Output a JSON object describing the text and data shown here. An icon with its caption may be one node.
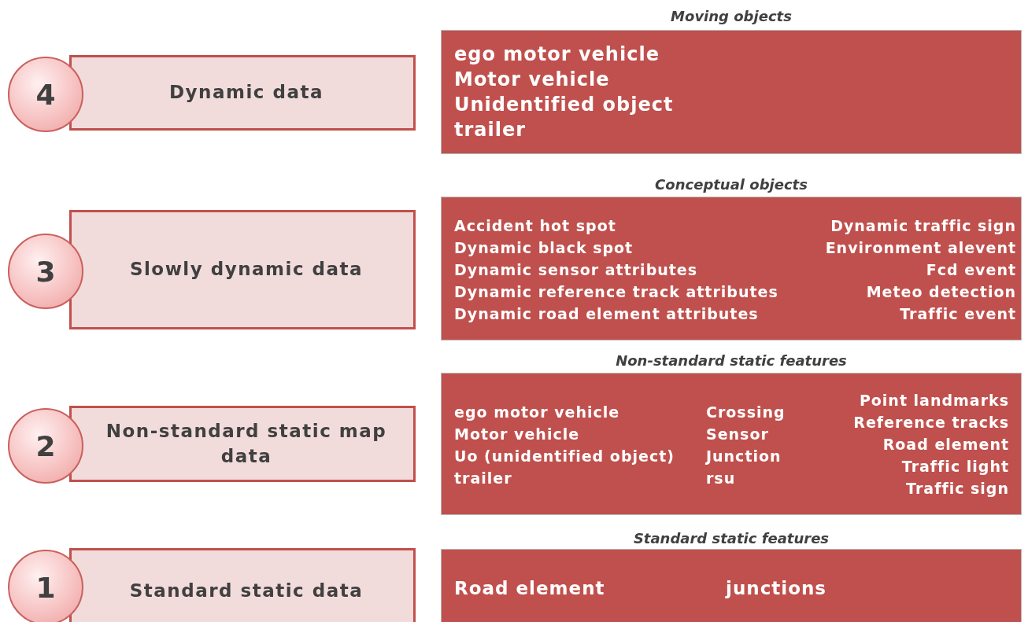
{
  "diagram": {
    "nodes": [
      {
        "text": [
          "4"
        ]
      },
      {
        "text": [
          "Dynamic data"
        ]
      },
      {
        "text": [
          "Moving objects",
          "ego motor vehicle",
          "Motor vehicle",
          "Unidentified object",
          "trailer"
        ]
      },
      {
        "text": [
          "3"
        ]
      },
      {
        "text": [
          "Slowly dynamic data"
        ]
      },
      {
        "text": [
          "Conceptual objects",
          "Accident hot spot",
          "Dynamic black spot",
          "Dynamic sensor attributes",
          "Dynamic reference track attributes",
          "Dynamic road element attributes",
          "Dynamic traffic sign",
          "Environment alevent",
          "Fcd event",
          "Meteo detection",
          "Traffic event"
        ]
      },
      {
        "text": [
          "2"
        ]
      },
      {
        "text": [
          "Non-standard static map data"
        ]
      },
      {
        "text": [
          "Non-standard static features",
          "ego motor vehicle",
          "Motor vehicle",
          "Uo (unidentified object)",
          "trailer",
          "Crossing",
          "Sensor",
          "Junction",
          "rsu",
          "Point landmarks",
          "Reference tracks",
          "Road element",
          "Traffic light",
          "Traffic sign"
        ]
      },
      {
        "text": [
          "1"
        ]
      },
      {
        "text": [
          "Standard static data"
        ]
      },
      {
        "text": [
          "Standard static features",
          "Road element",
          "junctions"
        ]
      }
    ]
  }
}
